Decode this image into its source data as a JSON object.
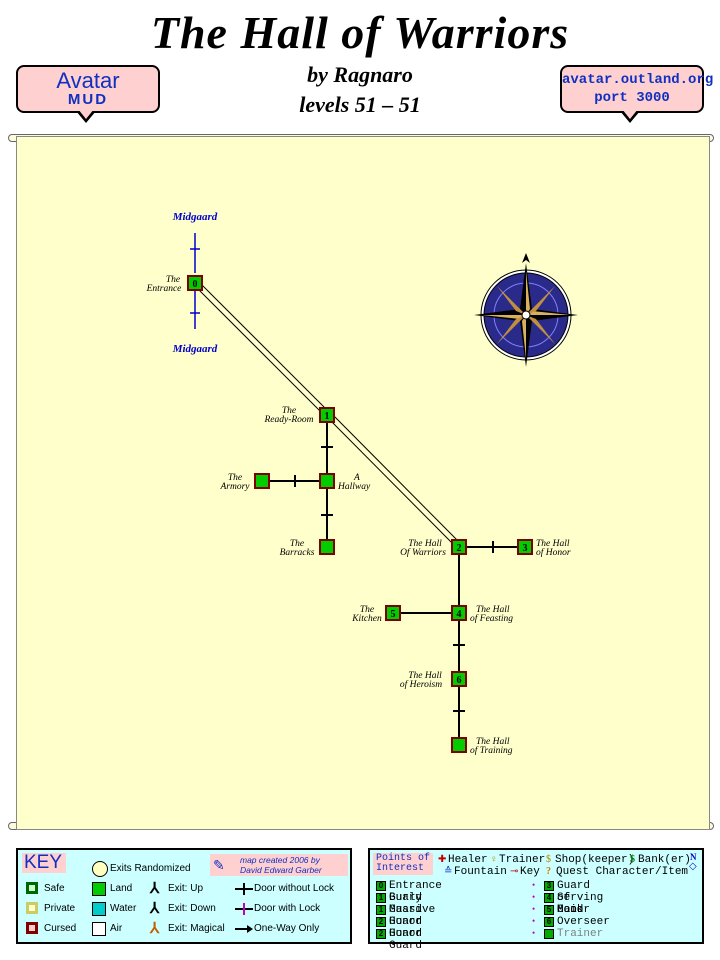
{
  "header": {
    "title": "The Hall of Warriors",
    "author_line": "by Ragnaro",
    "levels_line": "levels 51 – 51",
    "brand_line1": "Avatar",
    "brand_line2": "MUD",
    "server_line1": "avatar.outland.org",
    "server_line2": "port 3000"
  },
  "map": {
    "exits": {
      "north": "Midgaard",
      "south": "Midgaard"
    },
    "rooms": [
      {
        "num": "0",
        "label1": "The",
        "label2": "Entrance"
      },
      {
        "num": "1",
        "label1": "The",
        "label2": "Ready-Room"
      },
      {
        "num": "",
        "label1": "The",
        "label2": "Armory"
      },
      {
        "num": "",
        "label1": "A",
        "label2": "Hallway"
      },
      {
        "num": "",
        "label1": "The",
        "label2": "Barracks"
      },
      {
        "num": "2",
        "label1": "The Hall",
        "label2": "Of Warriors"
      },
      {
        "num": "3",
        "label1": "The Hall",
        "label2": "of Honor"
      },
      {
        "num": "5",
        "label1": "The",
        "label2": "Kitchen"
      },
      {
        "num": "4",
        "label1": "The Hall",
        "label2": "of Feasting"
      },
      {
        "num": "6",
        "label1": "The Hall",
        "label2": "of Heroism"
      },
      {
        "num": "",
        "label1": "The Hall",
        "label2": "of Training"
      }
    ],
    "colors": {
      "land": "#00cc00",
      "room_border": "#800000",
      "parchment": "#ffffcc",
      "exit_label": "#0000cc"
    }
  },
  "key": {
    "title": "KEY",
    "exits_randomized": "Exits Randomized",
    "credit1": "map created 2006 by",
    "credit2": "David Edward Garber",
    "safe": "Safe",
    "private": "Private",
    "cursed": "Cursed",
    "land": "Land",
    "water": "Water",
    "air": "Air",
    "exit_up": "Exit: Up",
    "exit_down": "Exit: Down",
    "exit_magical": "Exit: Magical",
    "door_without_lock": "Door without Lock",
    "door_with_lock": "Door with Lock",
    "one_way_only": "One-Way Only"
  },
  "poi": {
    "title1": "Points of",
    "title2": "Interest",
    "legend": {
      "healer": "Healer",
      "trainer": "Trainer",
      "shop": "Shop(keeper)",
      "bank": "Bank(er)",
      "fountain": "Fountain",
      "key": "Key",
      "quest": "Quest Character/Item",
      "compass": "N"
    },
    "left": [
      {
        "num": "0",
        "name": "Entrance Guard"
      },
      {
        "num": "1",
        "name": "Burly Guard"
      },
      {
        "num": "1",
        "name": "Massive Guard"
      },
      {
        "num": "2",
        "name": "Honor Guard"
      },
      {
        "num": "2",
        "name": "Honor Guard"
      }
    ],
    "right": [
      {
        "num": "3",
        "name": "Guard of Honor"
      },
      {
        "num": "4",
        "name": "Serving Maid"
      },
      {
        "num": "5",
        "name": "Cook"
      },
      {
        "num": "6",
        "name": "Overseer"
      },
      {
        "num": "",
        "name": "Trainer"
      }
    ]
  }
}
